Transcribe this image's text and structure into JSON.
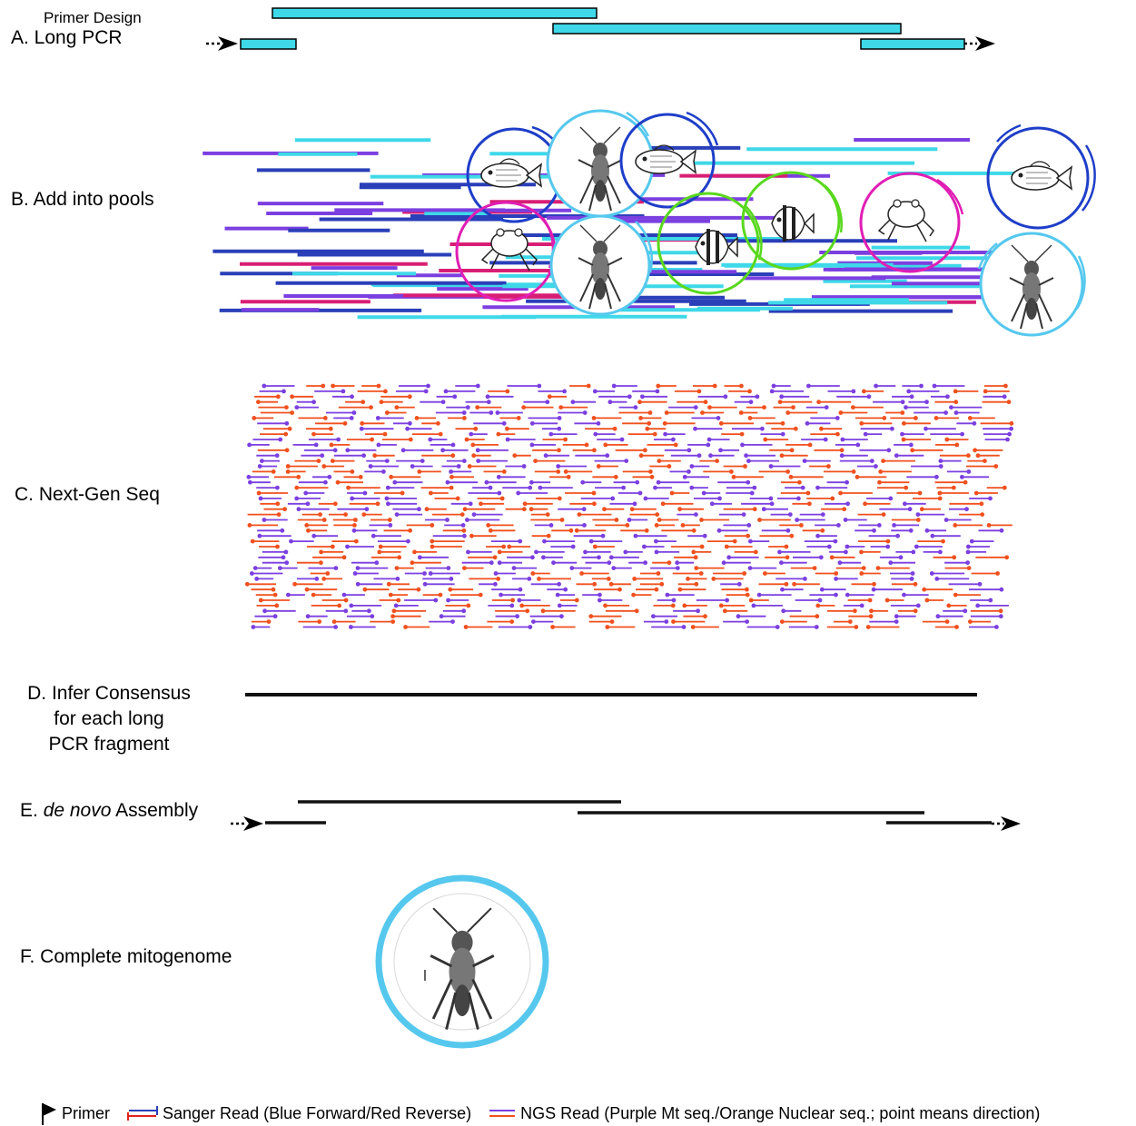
{
  "labels": {
    "primer_design": "Primer Design",
    "a_label": "A. Long PCR",
    "b_label": "B. Add into pools",
    "c_label": "C. Next-Gen Seq",
    "d_label_line1": "D. Infer Consensus",
    "d_label_line2": "for each long",
    "d_label_line3": "PCR fragment",
    "e_prefix": "E. ",
    "e_italic": "de novo",
    "e_suffix": " Assembly",
    "f_label": "F. Complete mitogenome"
  },
  "legend": {
    "primer": "Primer",
    "sanger": "Sanger Read (Blue Forward/Red Reverse)",
    "ngs": "NGS Read (Purple Mt seq./Orange Nuclear seq.; point means direction)"
  },
  "colors": {
    "cyan": "#3fd8e8",
    "purple": "#7b3fe0",
    "magenta": "#d81e74",
    "navy": "#2a3fb8",
    "orange": "#f0501e",
    "green": "#59d81e",
    "pink": "#e01eb4",
    "light_blue": "#56c8ee",
    "dark_blue": "#1e3ec8",
    "black": "#111111"
  },
  "icons": {
    "fish": "fish-icon",
    "frog": "frog-icon",
    "insect": "cricket-icon",
    "angelfish": "angelfish-icon",
    "primer_flag": "primer-flag-icon",
    "arrow": "arrow-icon"
  }
}
